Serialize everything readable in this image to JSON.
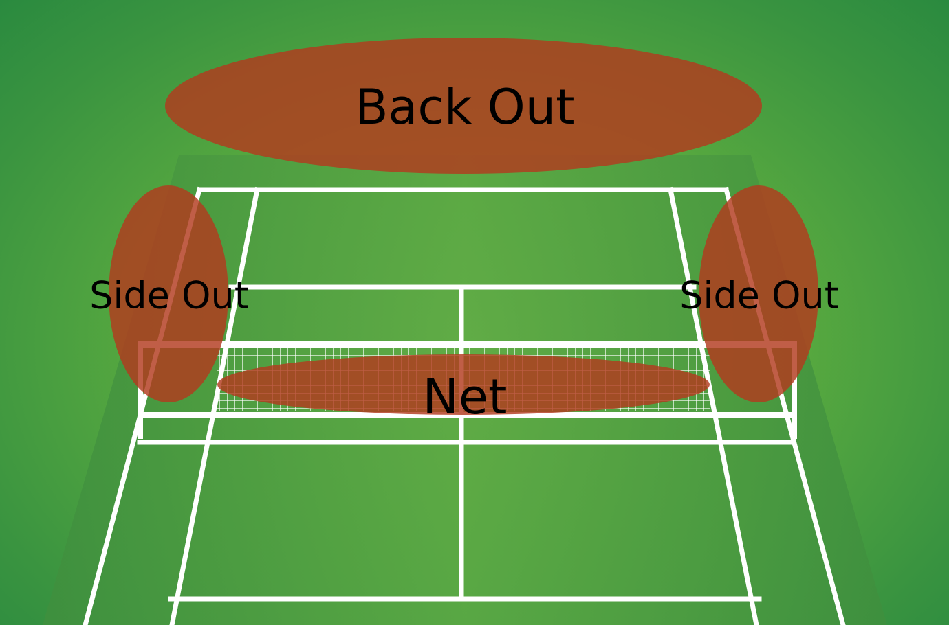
{
  "zones": {
    "back_out": "Back Out",
    "side_out_left": "Side Out",
    "side_out_right": "Side Out",
    "net": "Net"
  },
  "colors": {
    "court_surface": "#4a9e44",
    "court_line": "#ffffff",
    "zone_fill": "#b33a1e"
  }
}
